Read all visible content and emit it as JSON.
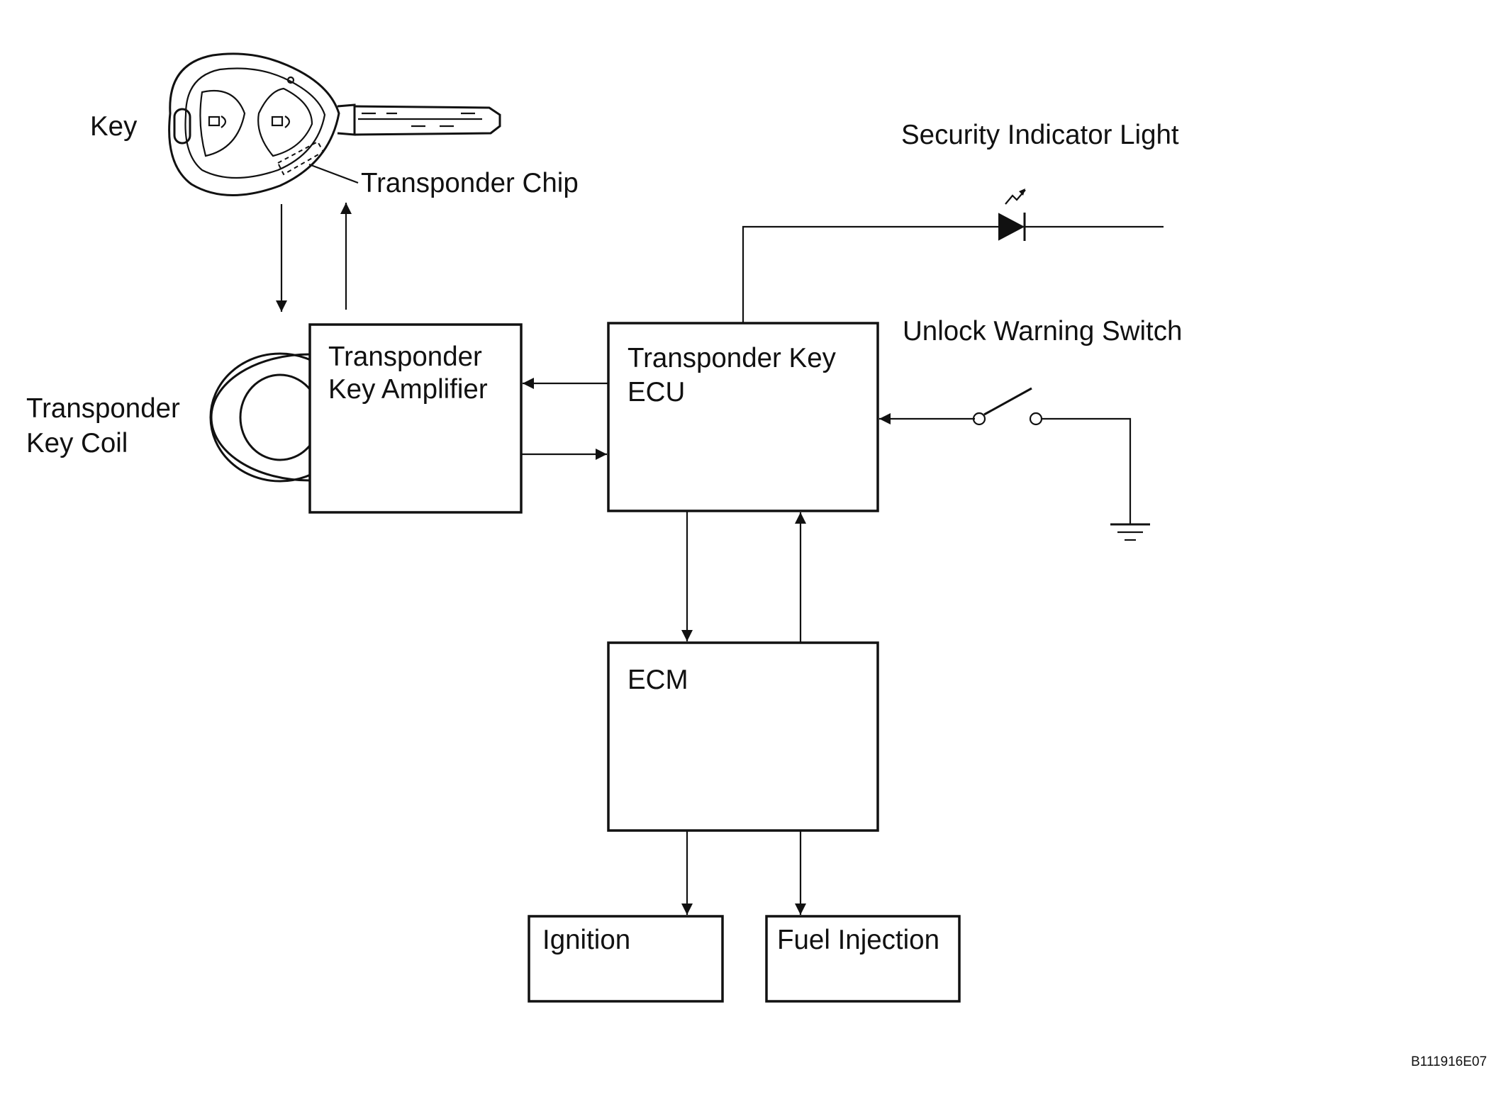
{
  "labels": {
    "key": "Key",
    "transponder_chip": "Transponder Chip",
    "security_indicator_light": "Security Indicator Light",
    "unlock_warning_switch": "Unlock Warning Switch",
    "transponder_key_coil": [
      "Transponder",
      "Key Coil"
    ],
    "figure_code": "B111916E07"
  },
  "blocks": {
    "amplifier": [
      "Transponder",
      "Key Amplifier"
    ],
    "ecu": [
      "Transponder Key",
      "ECU"
    ],
    "ecm": [
      "ECM"
    ],
    "ignition": [
      "Ignition"
    ],
    "fuel_injection": [
      "Fuel Injection"
    ]
  },
  "colors": {
    "ink": "#111111",
    "background": "#ffffff"
  },
  "icons": [
    "key-fob-icon",
    "led-icon",
    "switch-icon",
    "ground-icon",
    "coil-icon"
  ]
}
